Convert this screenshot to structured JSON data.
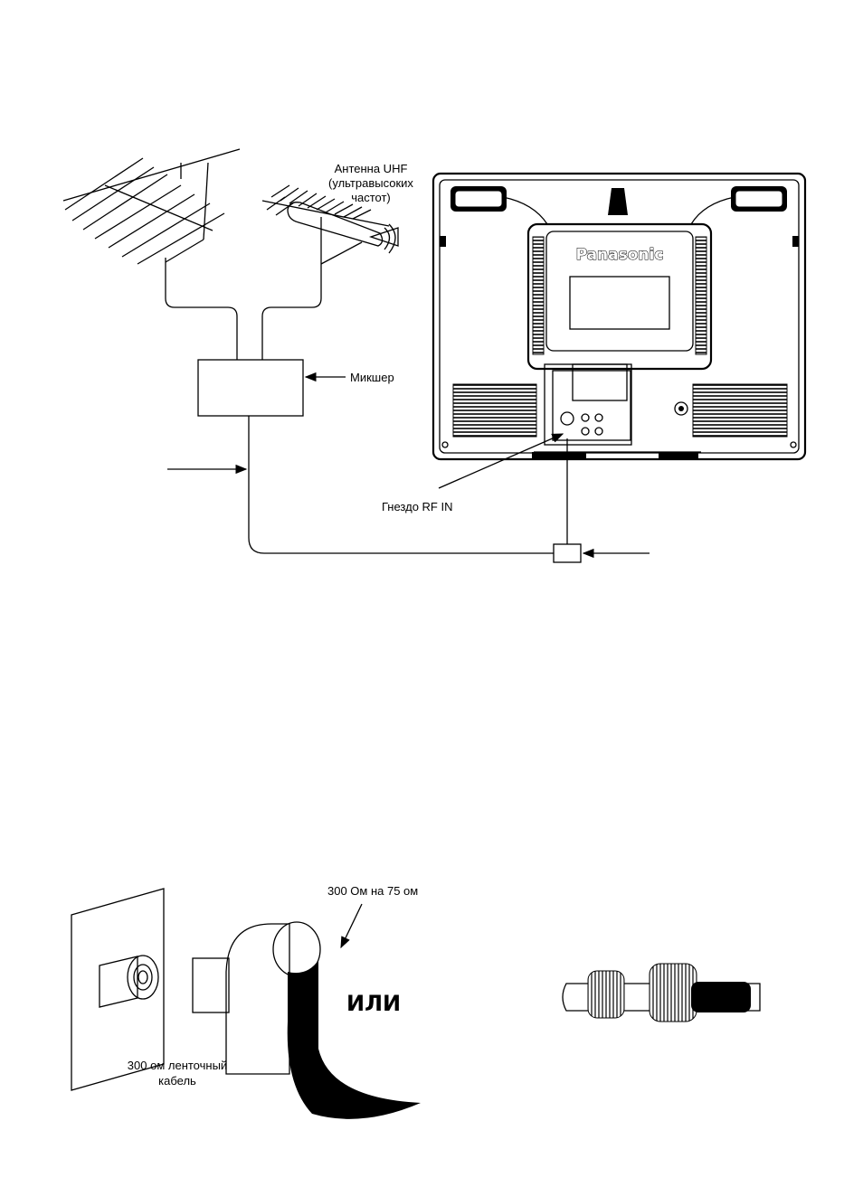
{
  "diagram": {
    "labels": {
      "uhf_antenna_1": "Антенна UHF",
      "uhf_antenna_2": "(ультравысоких",
      "uhf_antenna_3": "частот)",
      "mixer": "Микшер",
      "rf_in": "Гнездо RF IN",
      "brand": "Panasonic",
      "adapter": "300 Ом на 75 ом",
      "or": "ИЛИ",
      "ribbon_1": "300 ом ленточный",
      "ribbon_2": "кабель"
    }
  }
}
